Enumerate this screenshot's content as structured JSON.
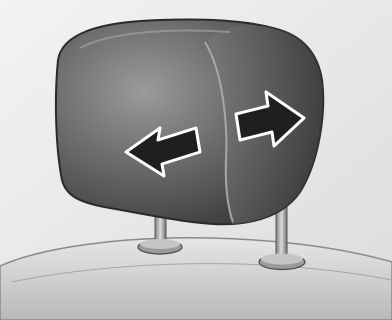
{
  "image": {
    "subject": "vehicle-headrest-adjustment-illustration",
    "arrows": [
      {
        "id": "left-arrow",
        "direction": "left"
      },
      {
        "id": "right-arrow",
        "direction": "right"
      }
    ],
    "colors": {
      "background": "#e9e9e9",
      "headrest_dark": "#3a3a3a",
      "headrest_mid": "#6a6a6a",
      "headrest_light": "#9b9b9b",
      "seat_top": "#d8d8d8",
      "arrow_fill": "#1f1f1f",
      "arrow_stroke": "#ffffff"
    }
  }
}
